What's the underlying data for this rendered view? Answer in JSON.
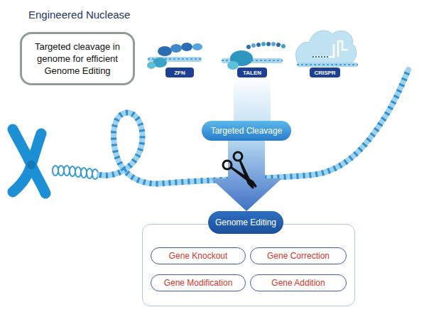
{
  "diagram": {
    "title": "Engineered Nuclease",
    "nodes": [
      {
        "text": [
          "Targeted cleavage in genome for efficient Genome Editing"
        ]
      },
      {
        "text": [
          "ZFN"
        ]
      },
      {
        "text": [
          "TALEN"
        ]
      },
      {
        "text": [
          "CRISPR"
        ]
      },
      {
        "text": [
          "Targeted Cleavage"
        ]
      },
      {
        "text": [
          "Genome Editing"
        ]
      },
      {
        "text": [
          "Gene Knockout"
        ],
        "in": 5
      },
      {
        "text": [
          "Gene Correction"
        ],
        "in": 5
      },
      {
        "text": [
          "Gene Modification"
        ],
        "in": 5
      },
      {
        "text": [
          "Gene Addition"
        ],
        "in": 5
      }
    ],
    "edges": [
      {
        "from": 2,
        "to": 4,
        "arrow": "none"
      },
      {
        "from": 4,
        "to": 5,
        "arrow": "to"
      }
    ]
  }
}
